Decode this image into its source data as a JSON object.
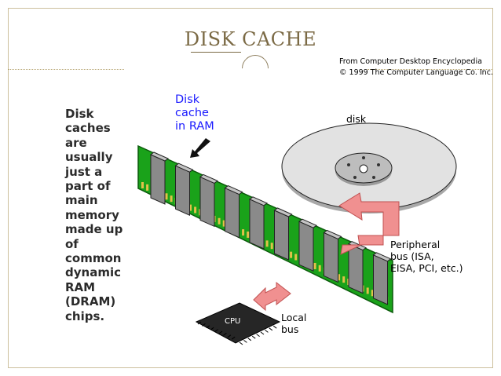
{
  "slide": {
    "title": "DISK CACHE",
    "credit_line1": "From Computer Desktop Encyclopedia",
    "credit_line2": "© 1999 The Computer Language Co. Inc.",
    "body_lines": [
      "Disk",
      "caches",
      "are",
      "usually",
      "just a",
      "part of",
      "main",
      "memory",
      "made up",
      "of",
      "common",
      "dynamic",
      "RAM",
      "(DRAM)",
      "chips."
    ]
  },
  "diagram": {
    "ram_label_lines": [
      "Disk",
      "cache",
      "in RAM"
    ],
    "disk_label": "disk",
    "peripheral_label_lines": [
      "Peripheral",
      "bus (ISA,",
      "EISA, PCI, etc.)"
    ],
    "local_label_lines": [
      "Local",
      "bus"
    ],
    "cpu_label": "CPU",
    "colors": {
      "board_green": "#1aa21a",
      "chip_gray": "#8a8a8a",
      "arrow_pink": "#f09090",
      "platter_gray": "#d8d8d8",
      "label_blue": "#1a1aff"
    }
  }
}
